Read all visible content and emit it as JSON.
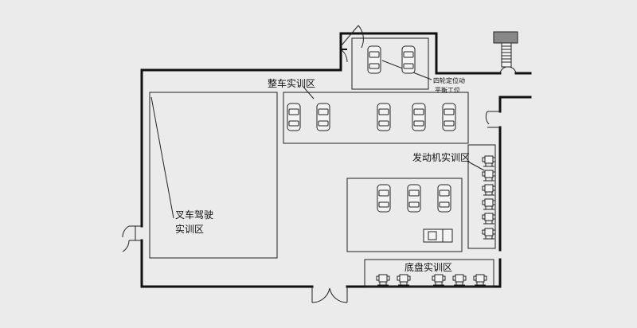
{
  "zones": {
    "whole_vehicle": "整车实训区",
    "wheel_alignment_line1": "四轮定位动",
    "wheel_alignment_line2": "平衡工位",
    "engine": "发动机实训区",
    "forklift_line1": "叉车驾驶",
    "forklift_line2": "实训区",
    "chassis": "底盘实训区"
  },
  "counts": {
    "alignment_bay_cars": 2,
    "whole_vehicle_cars": 5,
    "middle_block_cars": 3,
    "engine_stands": 6,
    "chassis_stands": 5
  },
  "colors": {
    "background": "#ebebeb",
    "wall": "#111111",
    "stroke": "#222222",
    "fill": "#f4f4f4"
  }
}
